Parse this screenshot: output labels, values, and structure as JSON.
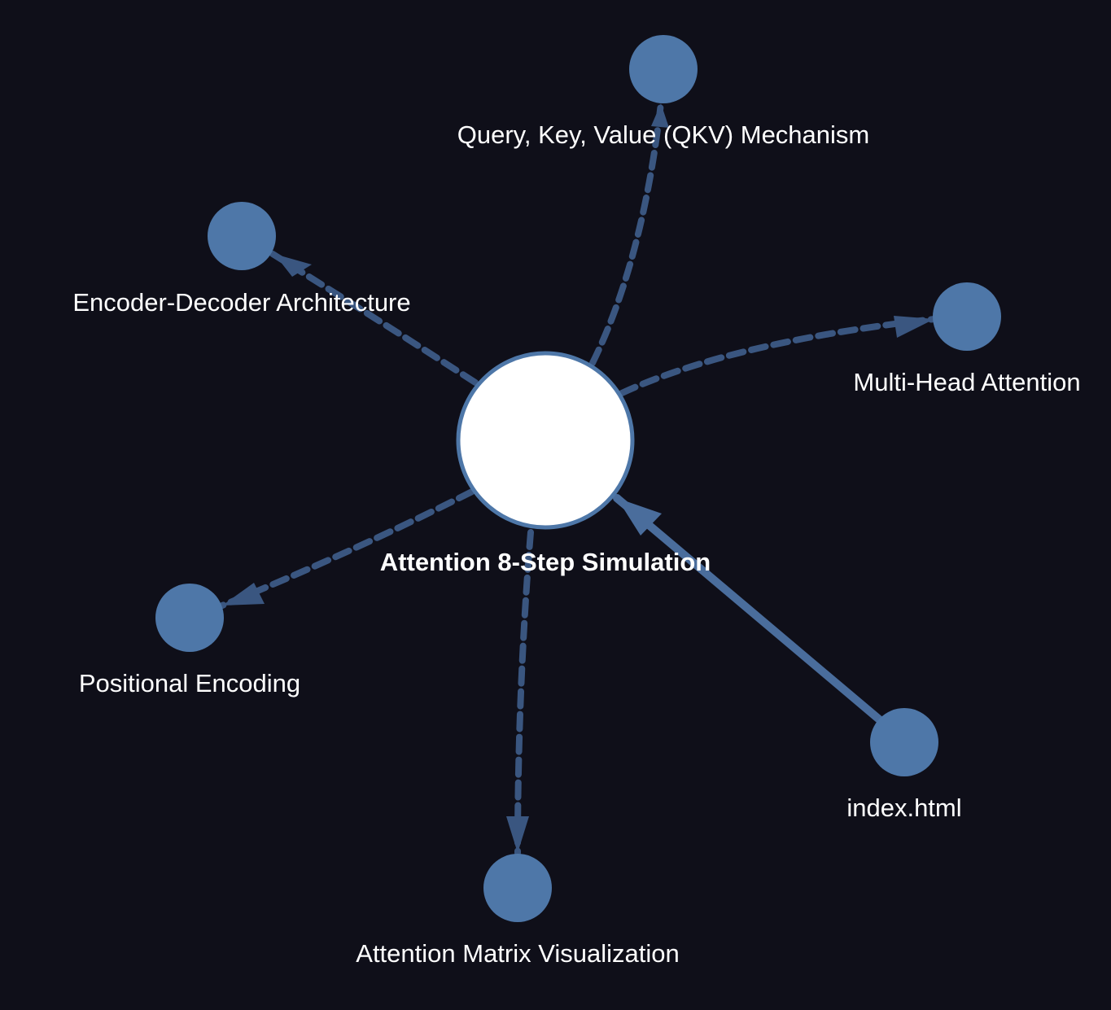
{
  "graph": {
    "center": {
      "label": "Attention 8-Step Simulation",
      "fill": "#ffffff",
      "stroke": "#4e77a8"
    },
    "colors": {
      "background": "#0f0f19",
      "node": "#4e77a8",
      "edge": "#3a5680"
    },
    "nodes": [
      {
        "id": "qkv",
        "label": "Query, Key, Value (QKV) Mechanism",
        "edge": "outgoing-dashed"
      },
      {
        "id": "encdec",
        "label": "Encoder-Decoder Architecture",
        "edge": "outgoing-dashed"
      },
      {
        "id": "multihead",
        "label": "Multi-Head Attention",
        "edge": "outgoing-dashed"
      },
      {
        "id": "positional",
        "label": "Positional Encoding",
        "edge": "outgoing-dashed"
      },
      {
        "id": "matrix",
        "label": "Attention Matrix Visualization",
        "edge": "outgoing-dashed"
      },
      {
        "id": "index",
        "label": "index.html",
        "edge": "incoming-solid"
      }
    ]
  }
}
